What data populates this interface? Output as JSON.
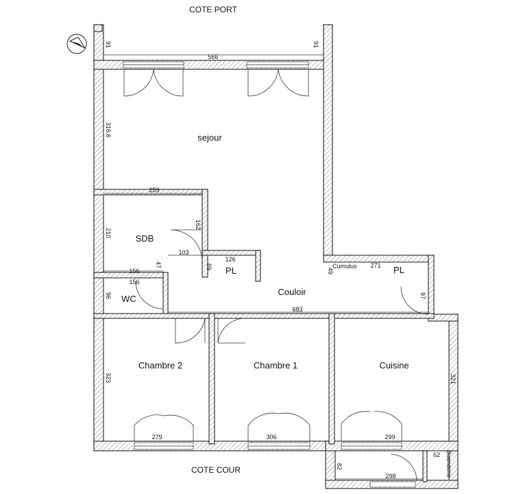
{
  "orientation": {
    "labels": [
      "COTE PORT",
      "COTE COUR"
    ]
  },
  "sides": {
    "top": "COTE PORT",
    "bottom": "COTE COUR"
  },
  "rooms": {
    "sejour": "sejour",
    "sdb": "SDB",
    "wc": "WC",
    "couloir": "Couloir",
    "pl1": "PL",
    "pl2": "PL",
    "chambre2": "Chambre 2",
    "chambre1": "Chambre 1",
    "cuisine": "Cuisine",
    "cumulus": "Cumulus",
    "buanderie": "Buanderie"
  },
  "dimensions": {
    "d91_left": "91",
    "d91_right": "91",
    "d566": "566",
    "d316": "316.6",
    "d259": "259",
    "d210": "210",
    "d162": "162",
    "d103": "103",
    "d126": "126",
    "d69": "69",
    "d47": "47",
    "d156a": "156",
    "d156b": "156",
    "d96": "96",
    "d683": "683",
    "d49": "49",
    "d271": "271",
    "d97": "97",
    "d323": "323",
    "d321": "321",
    "d279": "279",
    "d306": "306",
    "d299": "299",
    "d82": "82",
    "d298": "298",
    "d62": "62"
  },
  "colors": {
    "wall_stroke": "#222222",
    "hatch": "#555555",
    "text": "#111111"
  }
}
